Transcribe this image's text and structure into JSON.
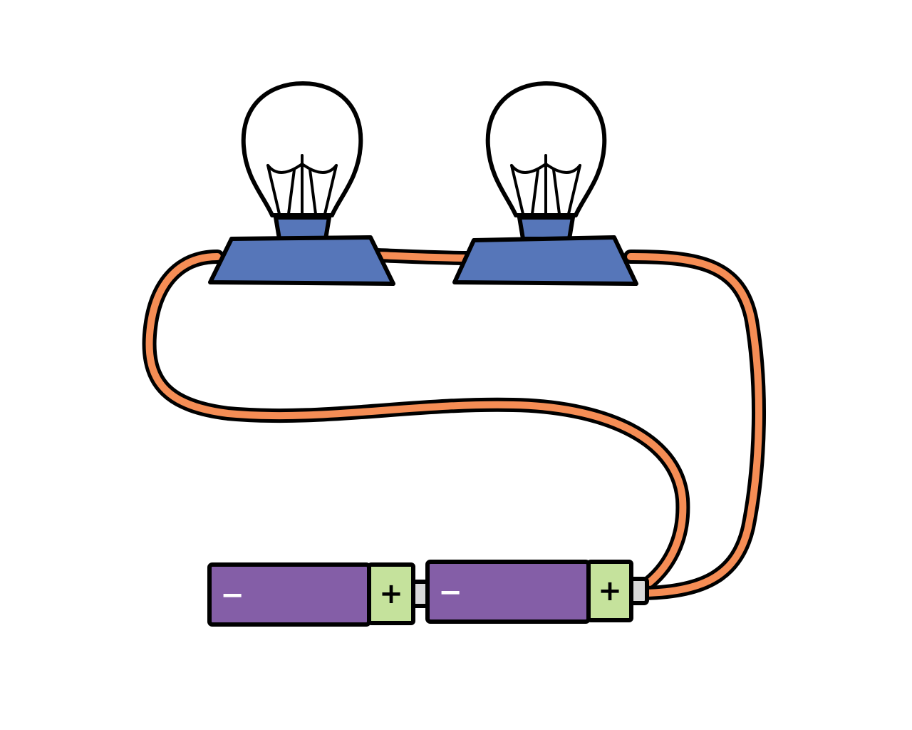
{
  "colors": {
    "wire": "#f58d55",
    "bulb_base": "#5676b9",
    "battery_body": "#845ea7",
    "battery_terminal": "#c5e29c",
    "battery_nub": "#d9d9d9",
    "outline": "#000000",
    "bulb_glass": "#ffffff",
    "negative_mark": "#ffffff",
    "positive_mark": "#000000"
  },
  "bulbs": [
    {
      "name": "bulb-left"
    },
    {
      "name": "bulb-right"
    }
  ],
  "batteries": [
    {
      "name": "battery-left",
      "negative_label": "−",
      "positive_label": "+"
    },
    {
      "name": "battery-right",
      "negative_label": "−",
      "positive_label": "+"
    }
  ]
}
